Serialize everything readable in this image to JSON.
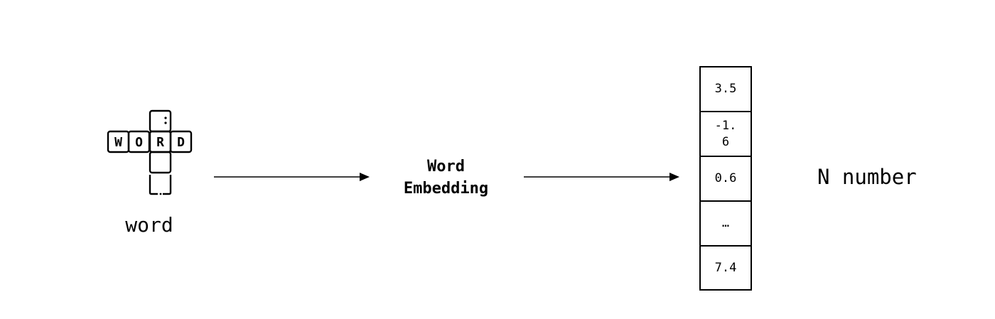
{
  "input": {
    "icon_name": "word-tiles-icon",
    "tile_letters": [
      "W",
      "O",
      "R",
      "D"
    ],
    "label": "word"
  },
  "process": {
    "line1": "Word",
    "line2": "Embedding"
  },
  "vector": {
    "cells": [
      "3.5",
      "-1.6",
      "0.6",
      "…",
      "7.4"
    ]
  },
  "output": {
    "label": "N number"
  },
  "colors": {
    "ink": "#000000",
    "background": "#ffffff"
  }
}
